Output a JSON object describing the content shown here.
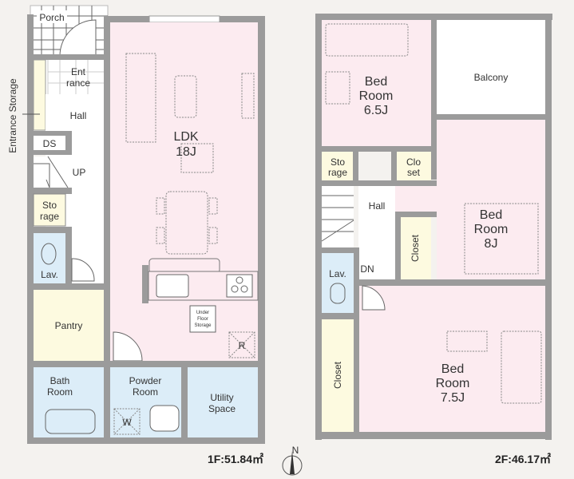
{
  "floor1": {
    "area_label": "1F:51.84㎡",
    "rooms": {
      "porch": "Porch",
      "entrance_1": "Ent",
      "entrance_2": "rance",
      "entrance_storage": "Entrance Storage",
      "hall": "Hall",
      "ds": "DS",
      "up": "UP",
      "storage_1": "Sto",
      "storage_2": "rage",
      "lav": "Lav.",
      "ldk_1": "LDK",
      "ldk_2": "18J",
      "under_floor_1": "Under",
      "under_floor_2": "Floor",
      "under_floor_3": "Storage",
      "refrigerator": "R",
      "pantry": "Pantry",
      "bath_1": "Bath",
      "bath_2": "Room",
      "powder_1": "Powder",
      "powder_2": "Room",
      "washer": "W",
      "utility_1": "Utility",
      "utility_2": "Space"
    }
  },
  "floor2": {
    "area_label": "2F:46.17㎡",
    "rooms": {
      "bed65_1": "Bed",
      "bed65_2": "Room",
      "bed65_3": "6.5J",
      "balcony": "Balcony",
      "storage_1": "Sto",
      "storage_2": "rage",
      "closet_a_1": "Clo",
      "closet_a_2": "set",
      "hall": "Hall",
      "dn": "DN",
      "closet_b": "Closet",
      "bed8_1": "Bed",
      "bed8_2": "Room",
      "bed8_3": "8J",
      "lav": "Lav.",
      "closet_c": "Closet",
      "bed75_1": "Bed",
      "bed75_2": "Room",
      "bed75_3": "7.5J"
    }
  },
  "compass": "N"
}
